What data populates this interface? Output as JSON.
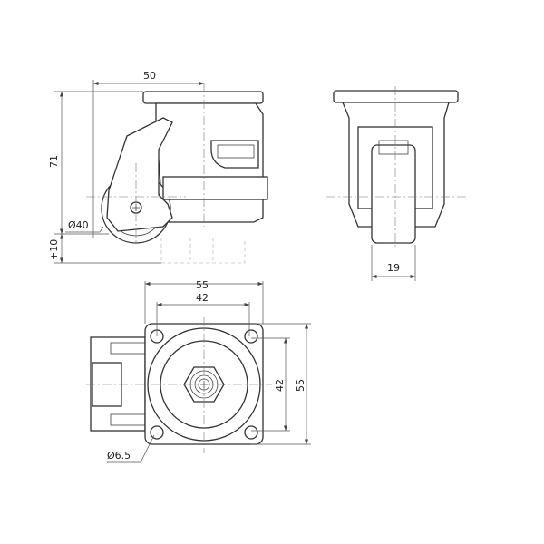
{
  "side_view": {
    "width_dim": "50",
    "height_dim": "71",
    "adjust_dim": "+10",
    "wheel_dia": "Ø40"
  },
  "front_view": {
    "wheel_width_dim": "19"
  },
  "bottom_view": {
    "plate_width": "55",
    "hole_spacing_x": "42",
    "hole_spacing_y": "42",
    "plate_height": "55",
    "hole_dia": "Ø6.5"
  },
  "colors": {
    "line": "#333333",
    "background": "#ffffff"
  }
}
